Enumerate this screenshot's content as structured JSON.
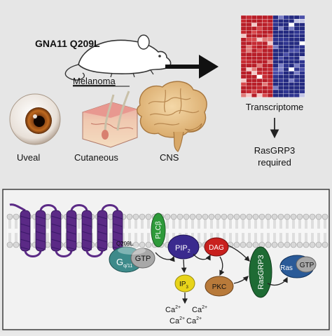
{
  "top": {
    "model_label": "GNA11 Q209L",
    "model_label_caption": "Melanoma",
    "tissues": [
      {
        "name": "eye-image",
        "label": "Uveal"
      },
      {
        "name": "skin-image",
        "label": "Cutaneous"
      },
      {
        "name": "brain-image",
        "label": "CNS"
      }
    ],
    "transcriptome_label": "Transcriptome",
    "conclusion_line1": "RasGRP3",
    "conclusion_line2": "required"
  },
  "pathway": {
    "mutation_label": "Q209L",
    "gprotein_label": "G",
    "gprotein_subscript": "q/11",
    "gtp_label": "GTP",
    "plcb_label": "PLCβ",
    "pip_label": "PIP",
    "pip_subscript": "2",
    "dag_label": "DAG",
    "ip3_label": "IP",
    "ip3_subscript": "3",
    "pkc_label": "PKC",
    "rasgrp3_label": "RasGRP3",
    "ras_label": "Ras",
    "ras_gtp_label": "GTP",
    "calcium_label": "Ca",
    "calcium_charge": "2+"
  },
  "colors": {
    "background": "#e6e6e6",
    "receptor": "#5b2a86",
    "gprotein": "#3d8a8a",
    "plcb": "#2e9a3a",
    "pip2": "#3a2a8e",
    "dag": "#c8201e",
    "ip3": "#e8d41a",
    "pkc": "#b87a3a",
    "rasgrp3": "#1e6b34",
    "ras": "#2a5a98",
    "heatmap_red": "#c62a32",
    "heatmap_blue": "#2f3590"
  }
}
